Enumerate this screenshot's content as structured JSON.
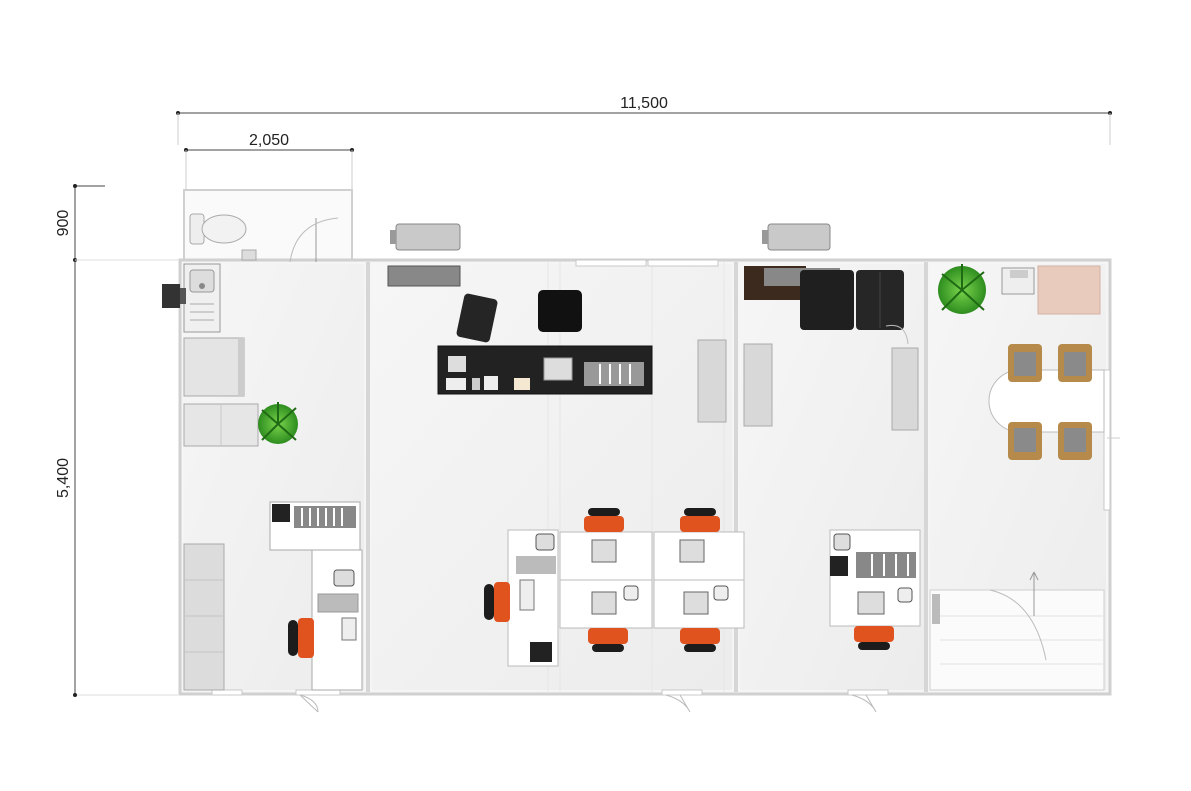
{
  "dimensions": {
    "overall_width": "11,500",
    "toilet_width": "2,050",
    "toilet_depth": "900",
    "main_depth": "5,400"
  },
  "colors": {
    "wall": "#d9d9d9",
    "floor": "#f3f3f3",
    "chair_orange": "#e0521e",
    "chair_black": "#1c1c1c",
    "desk_white": "#ffffff",
    "cabinet_grey": "#bdbdbd",
    "reception_black": "#222222",
    "plant_green": "#3aa52a",
    "wood_brown": "#b58a4a",
    "pink_table": "#e8cbbd"
  }
}
